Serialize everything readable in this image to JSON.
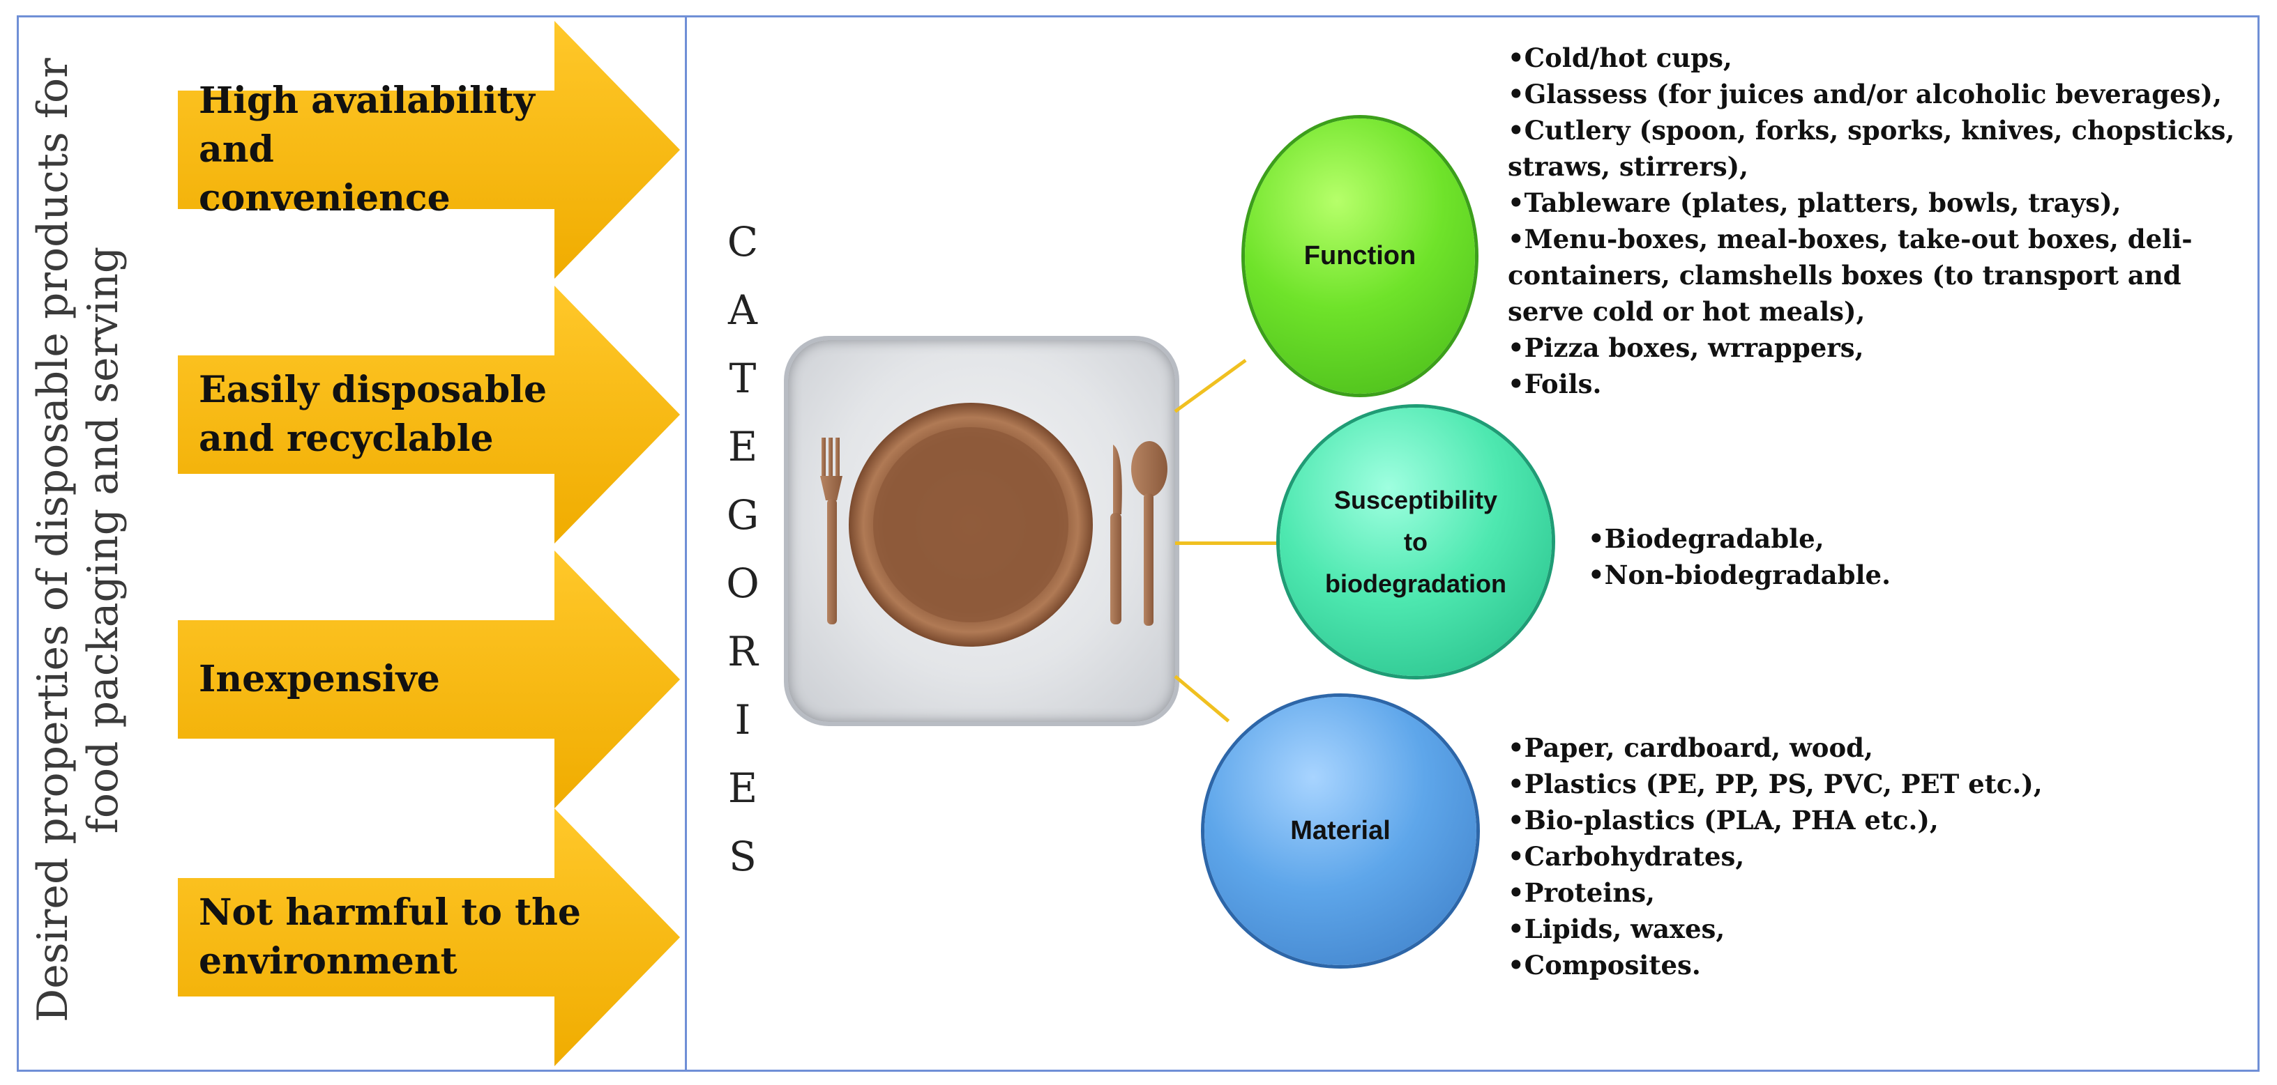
{
  "side_title": {
    "line1": "Desired properties of disposable  products for",
    "line2": "food packaging  and serving"
  },
  "properties": [
    {
      "line1": "High availability and",
      "line2": "convenience"
    },
    {
      "line1": "Easily disposable",
      "line2": "and recyclable"
    },
    {
      "line1": "Inexpensive",
      "line2": ""
    },
    {
      "line1": "Not harmful to the",
      "line2": "environment"
    }
  ],
  "categories_letters": [
    "C",
    "A",
    "T",
    "E",
    "G",
    "O",
    "R",
    "I",
    "E",
    "S"
  ],
  "categories": {
    "function": {
      "label": "Function",
      "items": [
        "•Cold/hot cups,",
        "•Glassess (for juices and/or alcoholic beverages),",
        "•Cutlery (spoon, forks, sporks, knives, chopsticks, straws, stirrers),",
        "•Tableware (plates, platters, bowls, trays),",
        "•Menu-boxes, meal-boxes, take-out boxes, deli-containers, clamshells boxes (to transport and serve cold or hot meals),",
        "•Pizza boxes, wrrappers,",
        "•Foils."
      ]
    },
    "susceptibility": {
      "label_line1": "Susceptibility",
      "label_line2": "to",
      "label_line3": "biodegradation",
      "items": [
        "•Biodegradable,",
        "•Non-biodegradable."
      ]
    },
    "material": {
      "label": "Material",
      "items": [
        "•Paper, cardboard, wood,",
        "•Plastics (PE, PP, PS, PVC, PET etc.),",
        "•Bio-plastics (PLA, PHA etc.),",
        "•Carbohydrates,",
        "•Proteins,",
        "•Lipids, waxes,",
        "•Composites."
      ]
    }
  },
  "colors": {
    "arrow": "#f5b800",
    "border": "#6f8fd6",
    "connector": "#f0c020",
    "function": "#6fe32a",
    "susceptibility": "#4ee8b0",
    "material": "#5ea6ea"
  }
}
